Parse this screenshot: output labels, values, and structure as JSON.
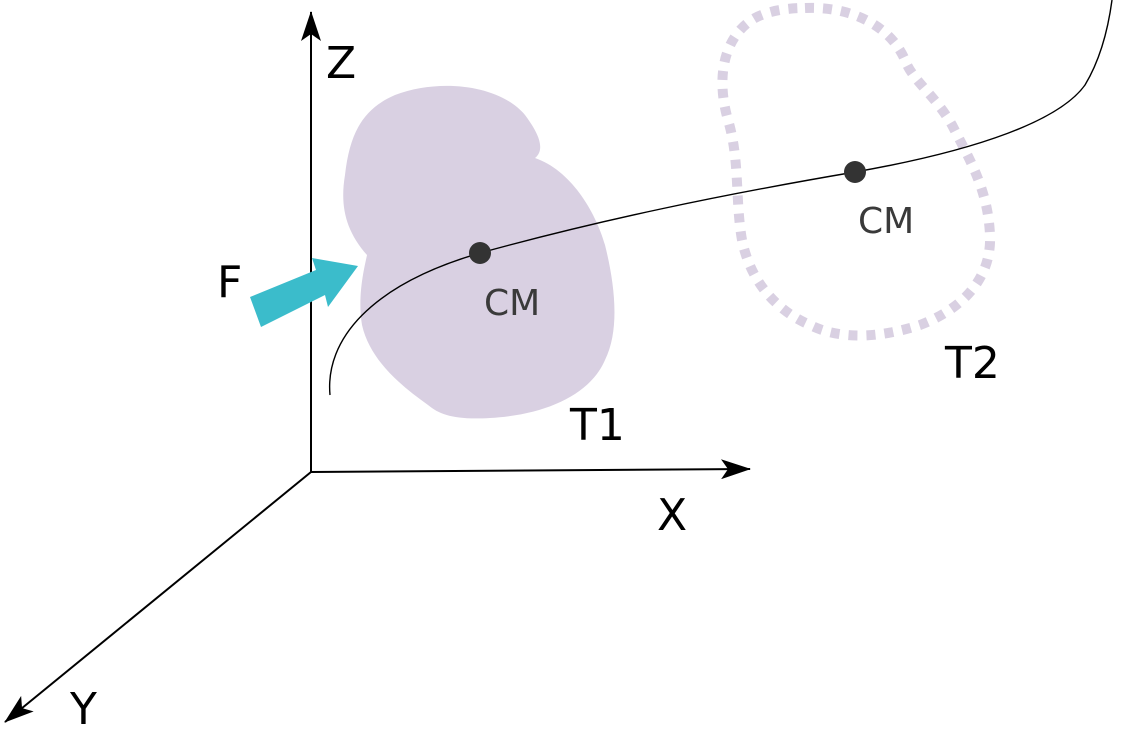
{
  "axes": {
    "z_label": "Z",
    "x_label": "X",
    "y_label": "Y"
  },
  "force": {
    "label": "F",
    "color": "#3bbccb"
  },
  "body_t1": {
    "label": "T1",
    "cm_label": "CM",
    "fill_color": "#d9d0e2"
  },
  "body_t2": {
    "label": "T2",
    "cm_label": "CM",
    "outline_color": "#d9d0e2"
  },
  "cm_point_color": "#333333"
}
